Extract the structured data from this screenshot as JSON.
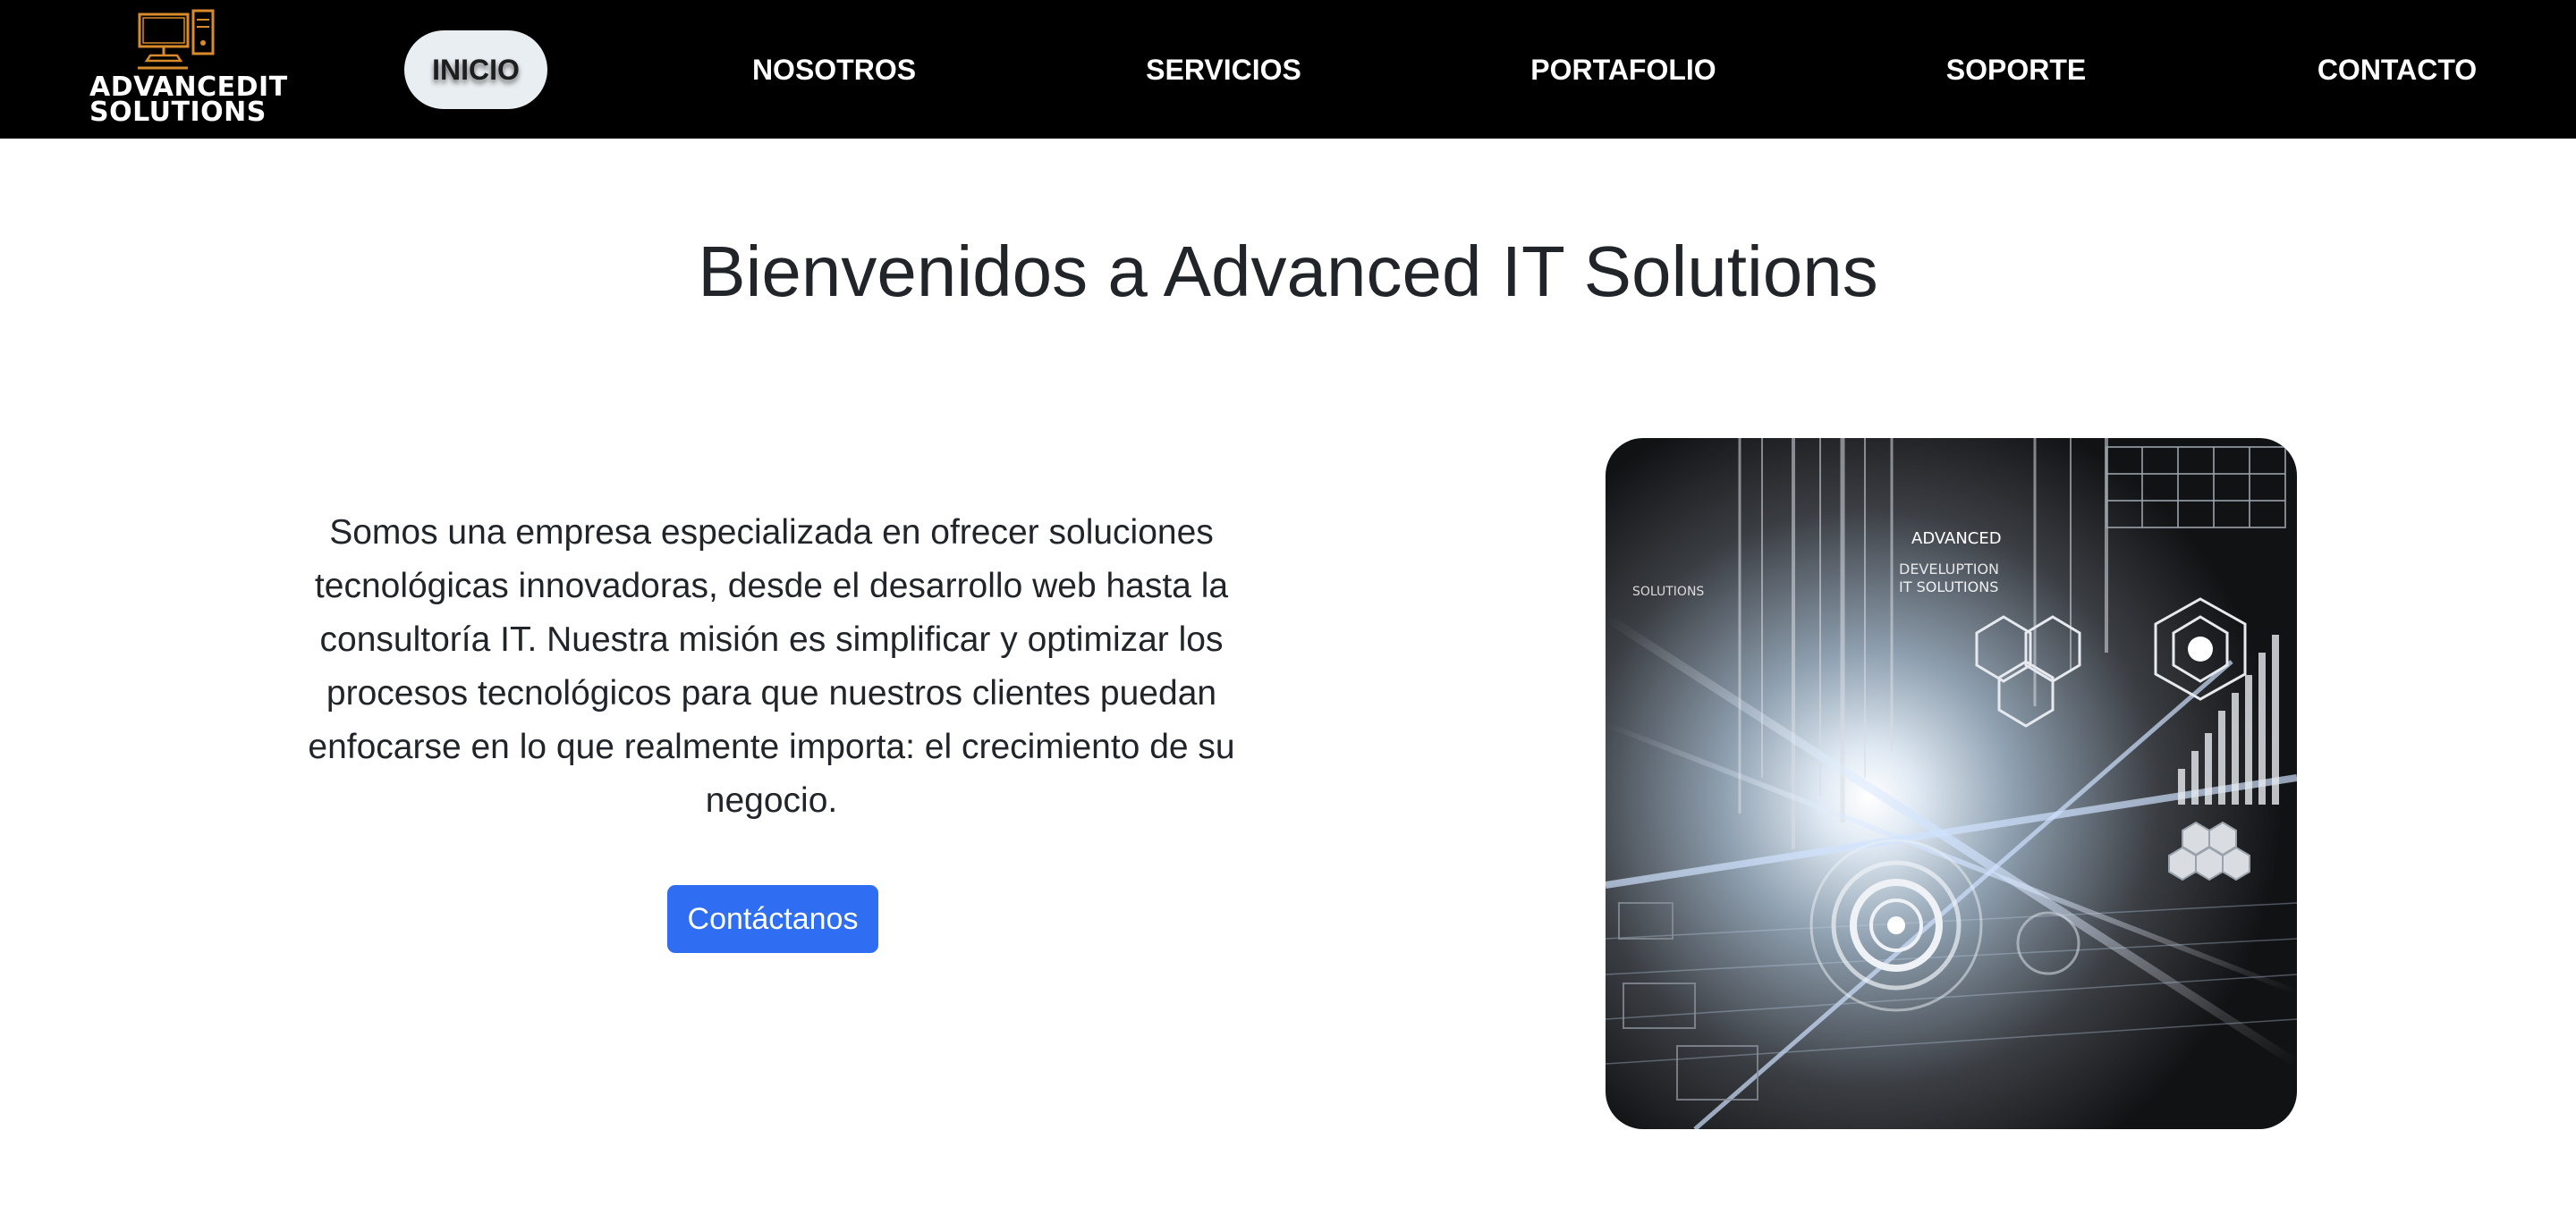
{
  "brand": {
    "line1": "ADVANCEDIT",
    "line2": "SOLUTIONS",
    "logo_icon": "computer-desktop-icon",
    "accent_color": "#d98a2b"
  },
  "nav": {
    "items": [
      {
        "label": "INICIO",
        "active": true
      },
      {
        "label": "NOSOTROS",
        "active": false
      },
      {
        "label": "SERVICIOS",
        "active": false
      },
      {
        "label": "PORTAFOLIO",
        "active": false
      },
      {
        "label": "SOPORTE",
        "active": false
      },
      {
        "label": "CONTACTO",
        "active": false
      }
    ]
  },
  "hero": {
    "title": "Bienvenidos a Advanced IT Solutions",
    "description": "Somos una empresa especializada en ofrecer soluciones tecnológicas innovadoras, desde el desarrollo web hasta la consultoría IT. Nuestra misión es simplificar y optimizar los procesos tecnológicos para que nuestros clientes puedan enfocarse en lo que realmente importa: el crecimiento de su negocio.",
    "cta_label": "Contáctanos",
    "cta_color": "#2f6ef2",
    "image": {
      "text_1": "ADVANCED",
      "text_2": "DEVELUPTION",
      "text_3": "IT SOLUTIONS",
      "text_4": "SOLUTIONS"
    }
  }
}
